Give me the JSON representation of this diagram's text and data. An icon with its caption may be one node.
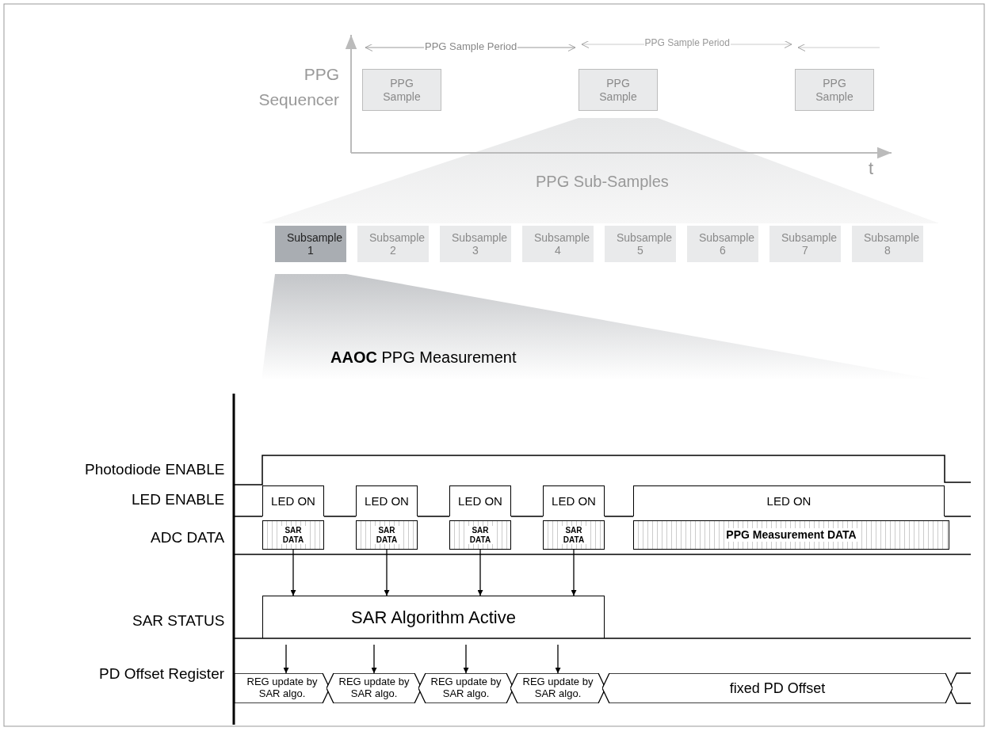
{
  "diagram": {
    "nodes": [
      {
        "text": [
          "PPG Sample"
        ]
      },
      {
        "text": [
          "PPG Sample"
        ]
      },
      {
        "text": [
          "PPG Sample"
        ]
      },
      {
        "text": [
          "Subsample 1"
        ]
      },
      {
        "text": [
          "Subsample 2"
        ]
      },
      {
        "text": [
          "Subsample 3"
        ]
      },
      {
        "text": [
          "Subsample 4"
        ]
      },
      {
        "text": [
          "Subsample 5"
        ]
      },
      {
        "text": [
          "Subsample 6"
        ]
      },
      {
        "text": [
          "Subsample 7"
        ]
      },
      {
        "text": [
          "Subsample 8"
        ]
      },
      {
        "text": [
          "LED ON"
        ]
      },
      {
        "text": [
          "LED ON"
        ]
      },
      {
        "text": [
          "LED ON"
        ]
      },
      {
        "text": [
          "LED ON"
        ]
      },
      {
        "text": [
          "LED ON"
        ]
      },
      {
        "text": [
          "SAR DATA"
        ]
      },
      {
        "text": [
          "SAR DATA"
        ]
      },
      {
        "text": [
          "SAR DATA"
        ]
      },
      {
        "text": [
          "SAR DATA"
        ]
      },
      {
        "text": [
          "PPG Measurement DATA"
        ]
      },
      {
        "text": [
          "SAR Algorithm Active"
        ]
      },
      {
        "text": [
          "REG update by SAR algo."
        ]
      },
      {
        "text": [
          "REG update by SAR algo."
        ]
      },
      {
        "text": [
          "REG update by SAR algo."
        ]
      },
      {
        "text": [
          "REG update by SAR algo."
        ]
      },
      {
        "text": [
          "fixed PD Offset"
        ]
      }
    ],
    "edges": [
      {
        "from": 16,
        "to": 21,
        "arrow": "to"
      },
      {
        "from": 17,
        "to": 21,
        "arrow": "to"
      },
      {
        "from": 18,
        "to": 21,
        "arrow": "to"
      },
      {
        "from": 19,
        "to": 21,
        "arrow": "to"
      },
      {
        "from": 21,
        "to": 22,
        "arrow": "to"
      },
      {
        "from": 21,
        "to": 23,
        "arrow": "to"
      },
      {
        "from": 21,
        "to": 24,
        "arrow": "to"
      },
      {
        "from": 21,
        "to": 25,
        "arrow": "to"
      }
    ],
    "labels": [
      "PPG Sequencer",
      "PPG Sample Period",
      "PPG Sample Period",
      "t",
      "PPG Sub-Samples",
      "**AAOC** PPG Measurement",
      "Photodiode ENABLE",
      "LED ENABLE",
      "ADC DATA",
      "SAR STATUS",
      "PD Offset Register"
    ]
  }
}
